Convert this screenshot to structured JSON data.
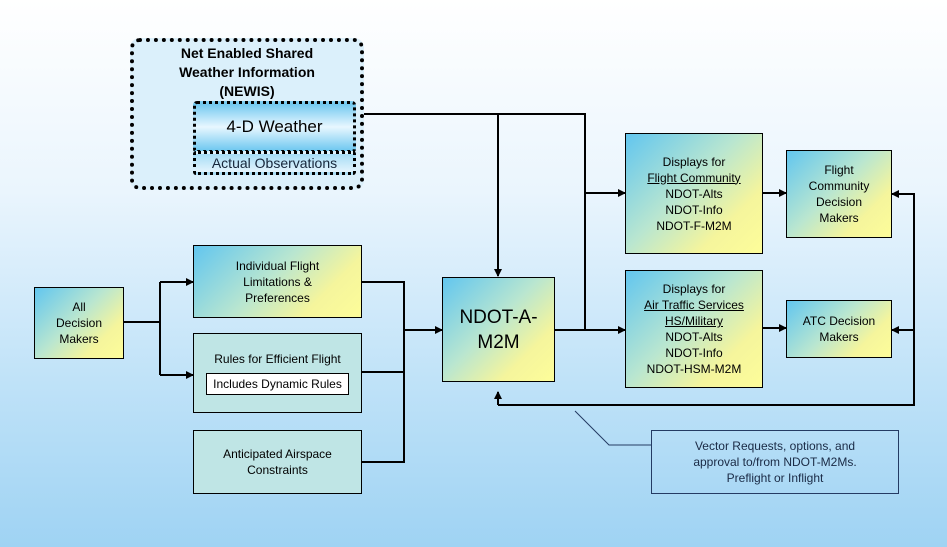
{
  "newis": {
    "title_lines": [
      "Net Enabled Shared",
      "Weather Information",
      "(NEWIS)"
    ],
    "weather_label": "4-D Weather",
    "observations_label": "Actual Observations"
  },
  "all_decision_makers": [
    "All",
    "Decision",
    "Makers"
  ],
  "individual_flight": [
    "Individual Flight",
    "Limitations &",
    "Preferences"
  ],
  "rules": {
    "title": "Rules for Efficient Flight",
    "inner": "Includes Dynamic Rules"
  },
  "airspace": [
    "Anticipated Airspace",
    "Constraints"
  ],
  "ndot": [
    "NDOT-A-",
    "M2M"
  ],
  "flight_displays": [
    "Displays for",
    "Flight Community",
    "NDOT-Alts",
    "NDOT-Info",
    "NDOT-F-M2M"
  ],
  "ats_displays": [
    "Displays for",
    "Air Traffic Services",
    "HS/Military",
    "NDOT-Alts",
    "NDOT-Info",
    "NDOT-HSM-M2M"
  ],
  "flight_makers": [
    "Flight",
    "Community",
    "Decision",
    "Makers"
  ],
  "atc_makers": [
    "ATC Decision",
    "Makers"
  ],
  "vector_note": [
    "Vector Requests, options, and",
    "approval to/from NDOT-M2Ms.",
    "Preflight or Inflight"
  ]
}
